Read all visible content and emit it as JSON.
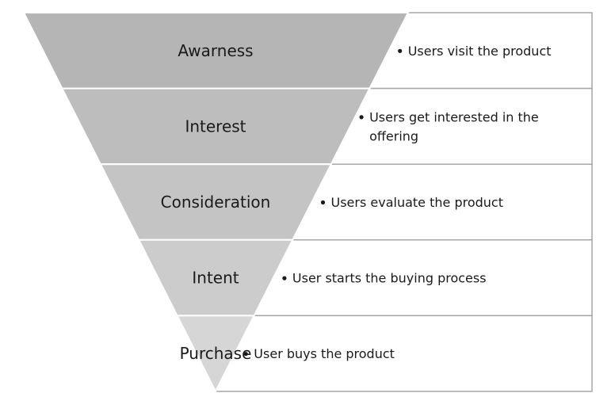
{
  "funnel": {
    "stages": [
      {
        "label": "Awarness",
        "fill": "#b5b5b5",
        "description": [
          "Users visit the product"
        ]
      },
      {
        "label": "Interest",
        "fill": "#bdbdbd",
        "description": [
          "Users get interested in the",
          "offering"
        ]
      },
      {
        "label": "Consideration",
        "fill": "#c4c4c4",
        "description": [
          "Users evaluate the product"
        ]
      },
      {
        "label": "Intent",
        "fill": "#cccccc",
        "description": [
          "User starts the buying process"
        ]
      },
      {
        "label": "Purchase",
        "fill": "#d6d6d6",
        "description": [
          "User buys the product"
        ]
      }
    ],
    "colors": {
      "box_border": "#a6a6a6",
      "separator": "#ffffff",
      "text": "#1a1a1a"
    }
  }
}
